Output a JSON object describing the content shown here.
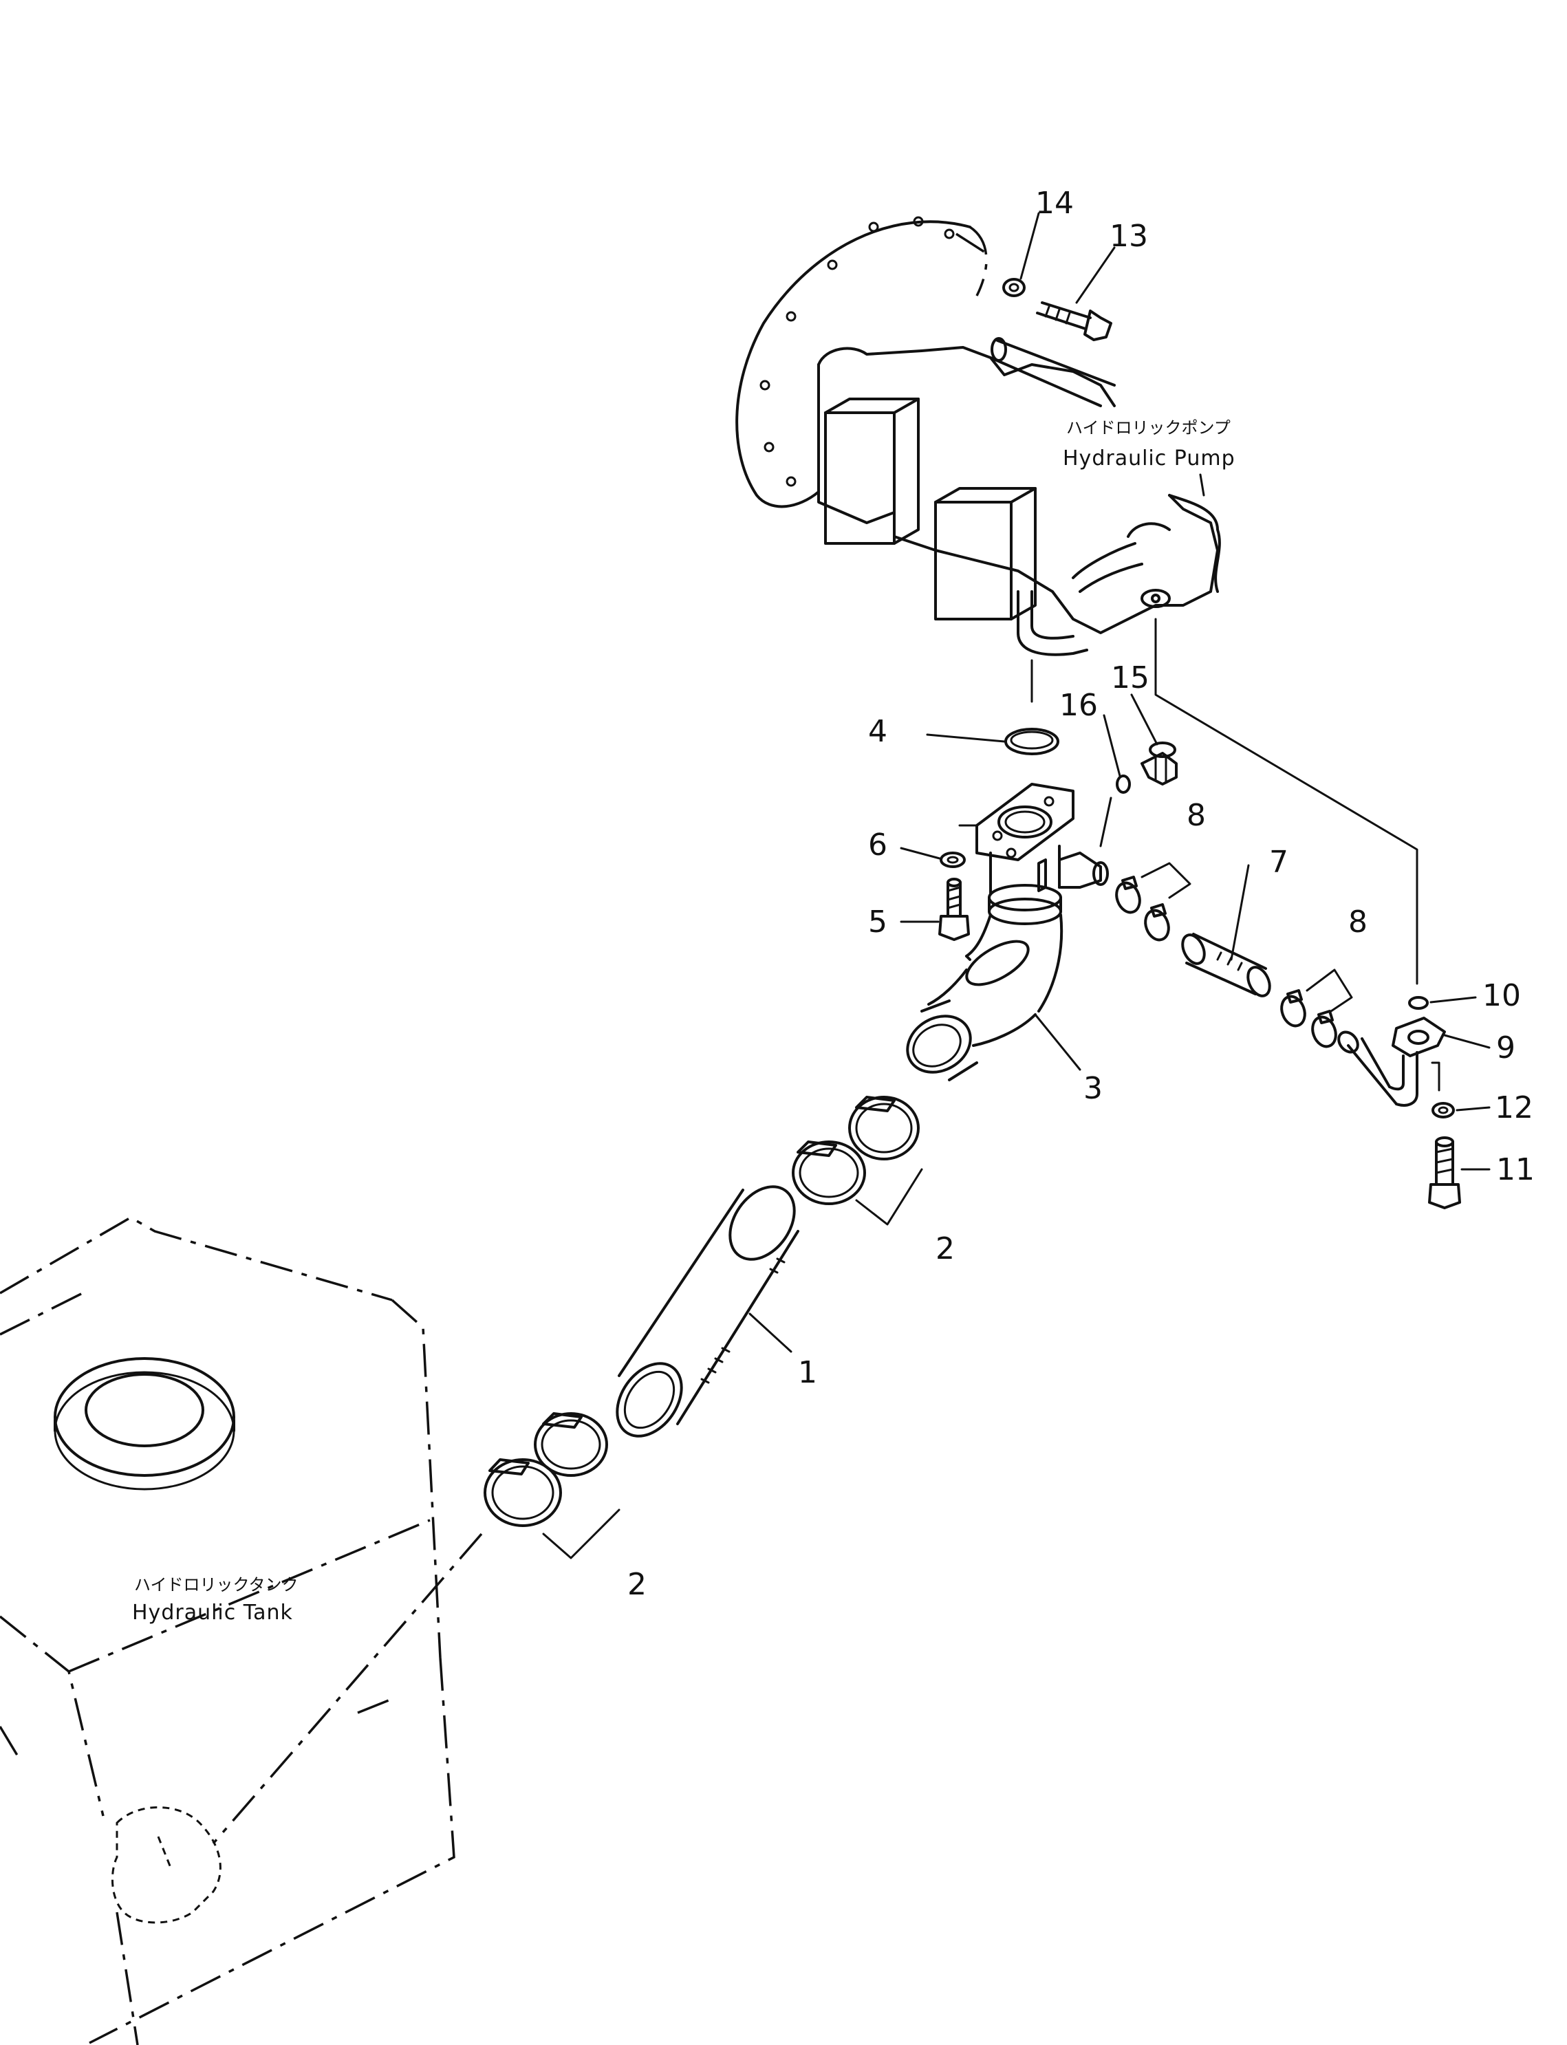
{
  "labels": {
    "pump_jp": "ハイドロリックポンプ",
    "pump_en": "Hydraulic  Pump",
    "tank_jp": "ハイドロリックタンク",
    "tank_en": "Hydraulic  Tank"
  },
  "callouts": {
    "p1": "1",
    "p2a": "2",
    "p2b": "2",
    "p3": "3",
    "p4": "4",
    "p5": "5",
    "p6": "6",
    "p7": "7",
    "p8a": "8",
    "p8b": "8",
    "p9": "9",
    "p10": "10",
    "p11": "11",
    "p12": "12",
    "p13": "13",
    "p14": "14",
    "p15": "15",
    "p16": "16"
  }
}
